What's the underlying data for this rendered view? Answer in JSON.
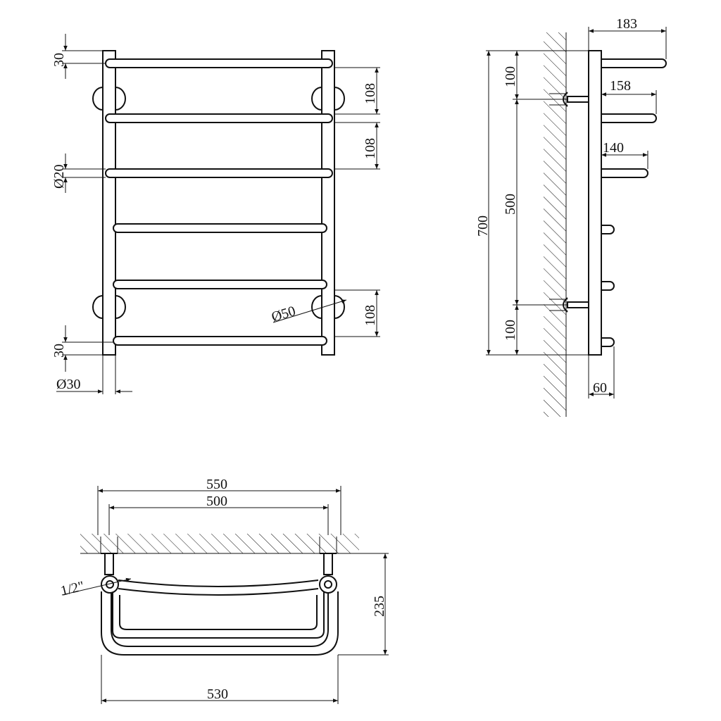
{
  "colors": {
    "line": "#111111",
    "background": "#ffffff"
  },
  "front_view": {
    "top_gap": "30",
    "bottom_gap": "30",
    "spacing_top_1": "108",
    "spacing_top_2": "108",
    "spacing_bottom": "108",
    "rail_diameter": "Ø20",
    "mount_diameter": "Ø50",
    "post_diameter": "Ø30"
  },
  "side_view": {
    "total_height": "700",
    "mount_spacing": "500",
    "top_offset": "100",
    "bottom_offset": "100",
    "depth_top": "183",
    "depth_mid": "158",
    "depth_low": "140",
    "depth_base": "60"
  },
  "top_view": {
    "overall_width": "550",
    "mount_spacing": "500",
    "bottom_width": "530",
    "depth": "235",
    "thread": "1/2\""
  }
}
